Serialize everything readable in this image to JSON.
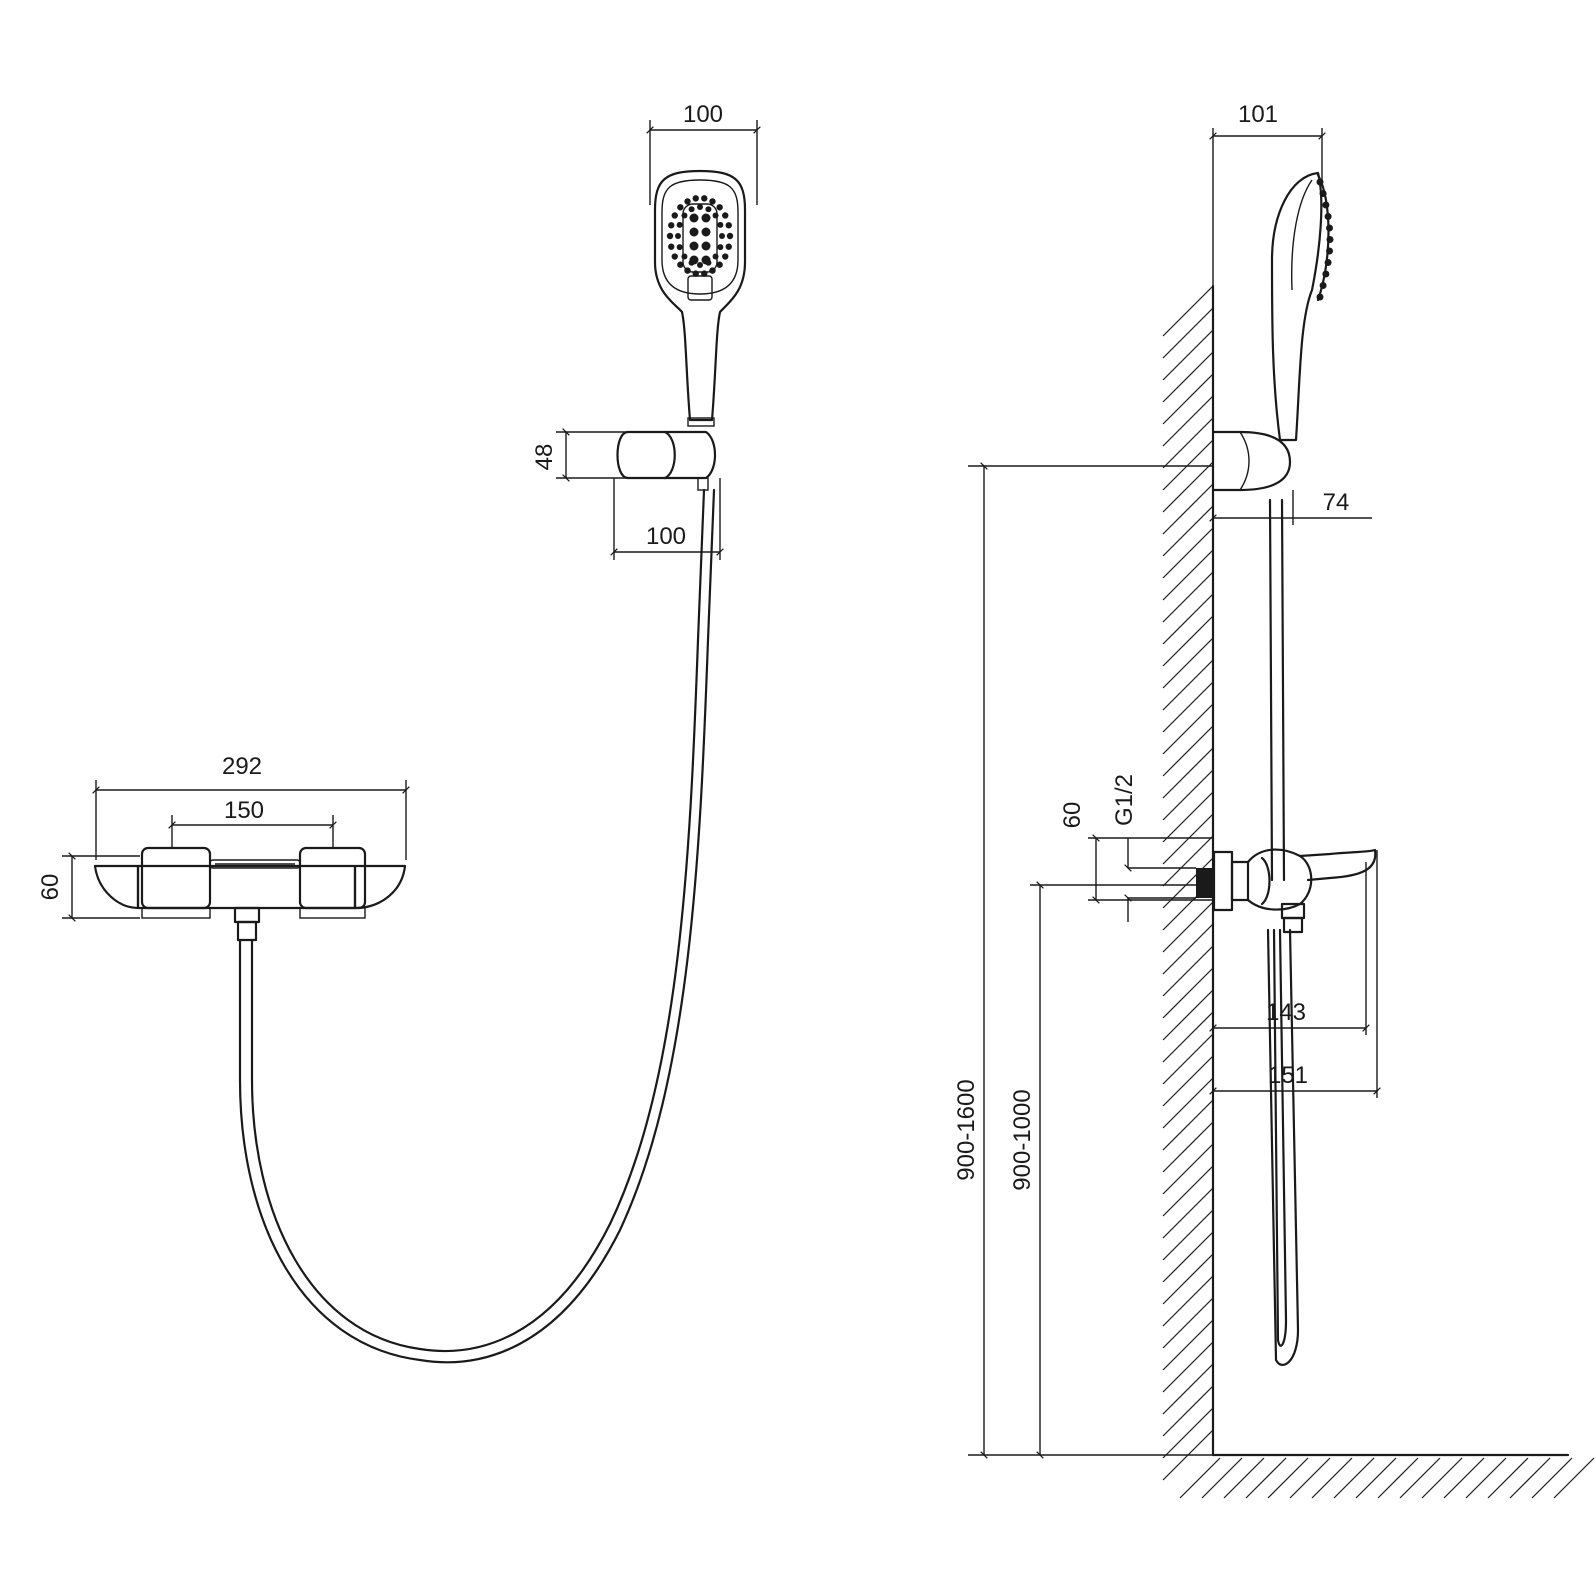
{
  "dimensions": {
    "head_width_front": "100",
    "head_width_side": "101",
    "holder_height": "48",
    "holder_depth_front": "100",
    "holder_projection": "74",
    "mixer_width": "292",
    "mixer_center_distance": "150",
    "mixer_height": "60",
    "connection_height": "60",
    "thread": "G1/2",
    "spout_projection_1": "143",
    "spout_projection_2": "151",
    "holder_height_range": "900-1600",
    "mixer_height_range": "900-1000"
  },
  "colors": {
    "line": "#1a1a1a",
    "background": "#ffffff"
  }
}
